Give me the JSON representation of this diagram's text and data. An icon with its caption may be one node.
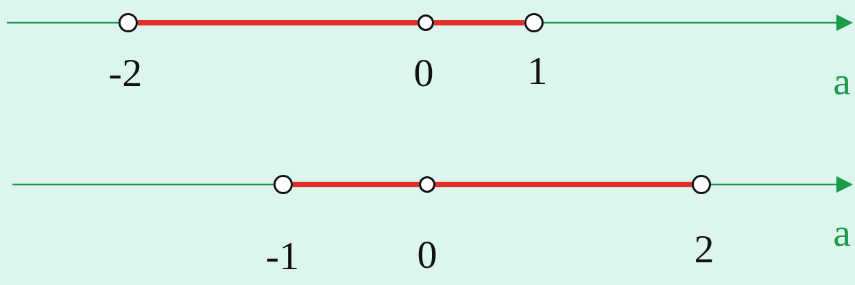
{
  "diagram": {
    "nodes": [
      {
        "text": [],
        "shape": "circle",
        "beside": [
          "-2"
        ]
      },
      {
        "text": [],
        "shape": "circle",
        "beside": [
          "0"
        ]
      },
      {
        "text": [],
        "shape": "circle",
        "beside": [
          "1"
        ]
      },
      {
        "text": [],
        "shape": "circle",
        "beside": [
          "-1"
        ]
      },
      {
        "text": [],
        "shape": "circle",
        "beside": [
          "0"
        ]
      },
      {
        "text": [],
        "shape": "circle",
        "beside": [
          "2"
        ]
      }
    ],
    "edges": [
      {
        "from": 0,
        "to": 1,
        "arrow": "none"
      },
      {
        "from": 1,
        "to": 2,
        "arrow": "none"
      },
      {
        "from": 3,
        "to": 4,
        "arrow": "none"
      },
      {
        "from": 4,
        "to": 5,
        "arrow": "none"
      }
    ],
    "labels": [
      "a",
      "a"
    ]
  }
}
